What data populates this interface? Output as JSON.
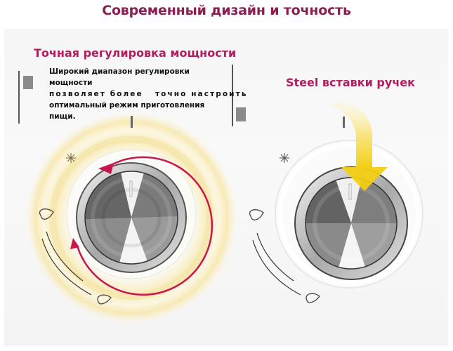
{
  "header": {
    "title": "Современный дизайн и точность"
  },
  "left_section": {
    "title": "Точная регулировка мощности",
    "description_lines": [
      "Широкий диапазон регулировки мощности",
      "позволяет более   точно настроить",
      "оптимальный режим приготовления пищи."
    ],
    "knob": {
      "material": "brushed-steel",
      "glow_color": "#f7e9b0",
      "arrow_color": "#c8174f",
      "icons": [
        "sparkle-icon",
        "flame-high-icon",
        "flame-low-icon"
      ]
    }
  },
  "right_section": {
    "title": "Steel вставки ручек",
    "knob": {
      "material": "brushed-steel",
      "pointer_arrow_color": "#f5d21c",
      "icons": [
        "sparkle-icon",
        "flame-high-icon",
        "flame-low-icon"
      ]
    }
  },
  "colors": {
    "title": "#8a1f52",
    "subtitle": "#b01e5e",
    "accent_arrow": "#c8174f",
    "yellow_arrow": "#f5d21c",
    "glow": "#f7e9b0"
  }
}
